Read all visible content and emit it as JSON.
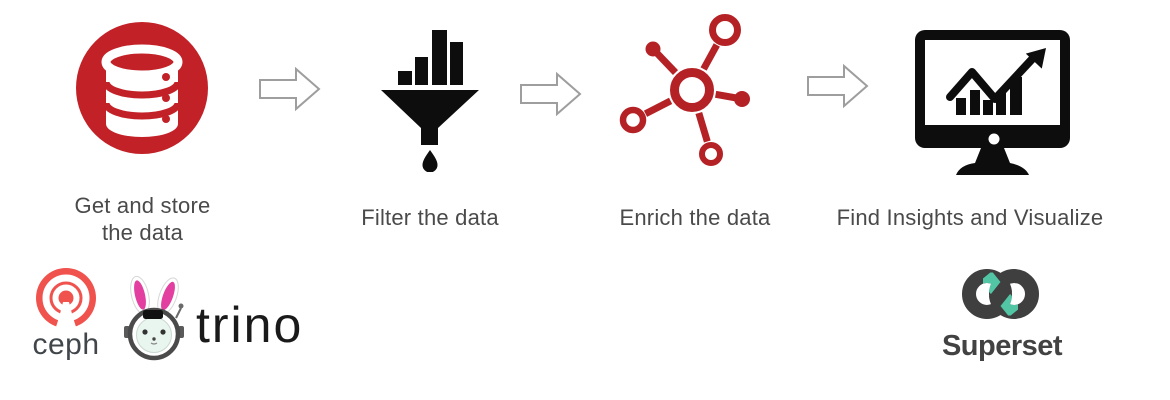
{
  "diagram": {
    "type": "pipeline-flow",
    "stages": [
      {
        "label": "Get and store the data",
        "label_line1": "Get and store",
        "label_line2": "the data",
        "icon": "database-icon",
        "icon_color": "#c22127"
      },
      {
        "label": "Filter the data",
        "icon": "funnel-filter-icon",
        "icon_color": "#0d0d0d"
      },
      {
        "label": "Enrich the data",
        "icon": "network-nodes-icon",
        "icon_color": "#b52226"
      },
      {
        "label": "Find Insights and Visualize",
        "icon": "monitor-chart-icon",
        "icon_color": "#0d0d0d"
      }
    ],
    "connectors": [
      {
        "icon": "right-arrow-icon"
      },
      {
        "icon": "right-arrow-icon"
      },
      {
        "icon": "right-arrow-icon"
      }
    ],
    "logos": [
      {
        "name": "ceph",
        "text": "ceph",
        "icon": "ceph-logo-icon",
        "color": "#f0524e",
        "text_color": "#41464b"
      },
      {
        "name": "trino",
        "text": "trino",
        "icon": "trino-bunny-icon",
        "ear_color": "#e23fa0",
        "text_color": "#1a1a1a"
      },
      {
        "name": "superset",
        "text": "Superset",
        "icon": "superset-infinity-icon",
        "color": "#3f3f3f",
        "accent_color": "#52c5a5"
      }
    ],
    "colors": {
      "background": "#ffffff",
      "label_text": "#4a4a4a",
      "arrow_outline": "#9e9e9e",
      "black_icon": "#0d0d0d",
      "database_red": "#c22127",
      "network_red": "#b52226",
      "ceph_coral": "#f0524e",
      "trino_pink": "#e23fa0",
      "superset_teal": "#52c5a5",
      "superset_dark": "#3f3f3f"
    }
  }
}
